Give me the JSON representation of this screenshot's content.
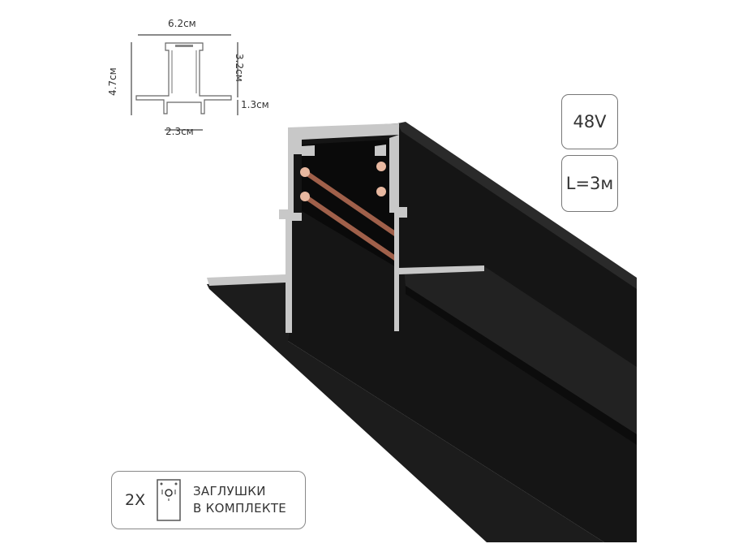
{
  "dimensions": {
    "width": "6.2см",
    "height_total": "4.7см",
    "height_upper": "3.2см",
    "height_lower": "1.3см",
    "bottom_width": "2.3см"
  },
  "badges": {
    "voltage": "48V",
    "length": "L=3м"
  },
  "kit": {
    "quantity": "2X",
    "line1": "ЗАГЛУШКИ",
    "line2": "В КОМПЛЕКТЕ",
    "icon": "end-cap-icon"
  },
  "colors": {
    "track_body": "#151515",
    "aluminum": "#c8c8c8",
    "copper": "#a0604a"
  }
}
